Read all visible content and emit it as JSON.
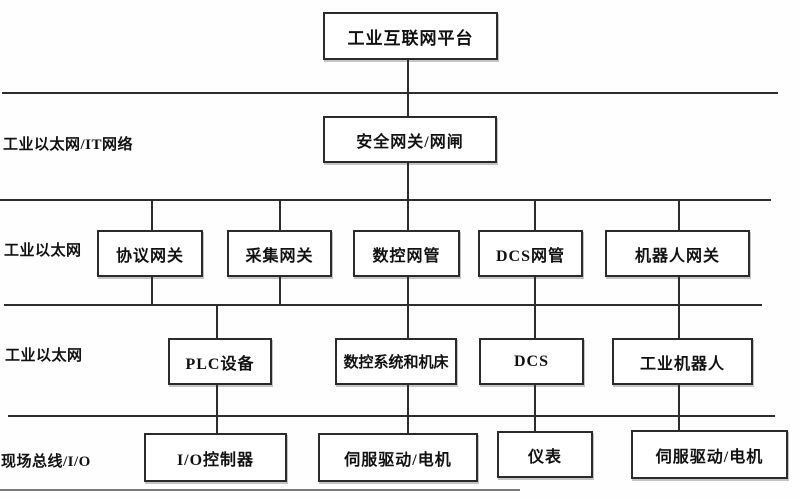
{
  "diagram": {
    "kind": "industrial-network-architecture",
    "colors": {
      "background": "#fefefe",
      "line": "#2d2d2d",
      "box_border": "#2b2b2b",
      "box_fill": "#ffffff",
      "text": "#111111",
      "partial_bottom_line": "#7a7a7a"
    },
    "layer_labels": {
      "layer1": "工业以太网/IT网络",
      "layer2": "工业以太网",
      "layer3": "工业以太网",
      "layer4": "现场总线/I/O"
    },
    "boxes": {
      "platform": "工业互联网平台",
      "security": "安全网关/网闸",
      "protocol_gw": "协议网关",
      "collect_gw": "采集网关",
      "cnc_gw": "数控网管",
      "dcs_gw": "DCS网管",
      "robot_gw": "机器人网关",
      "plc": "PLC设备",
      "cnc_sys": "数控系统和机床",
      "dcs": "DCS",
      "robot": "工业机器人",
      "io_ctrl": "I/O控制器",
      "servo1": "伺服驱动/电机",
      "meter": "仪表",
      "servo2": "伺服驱动/电机"
    }
  }
}
